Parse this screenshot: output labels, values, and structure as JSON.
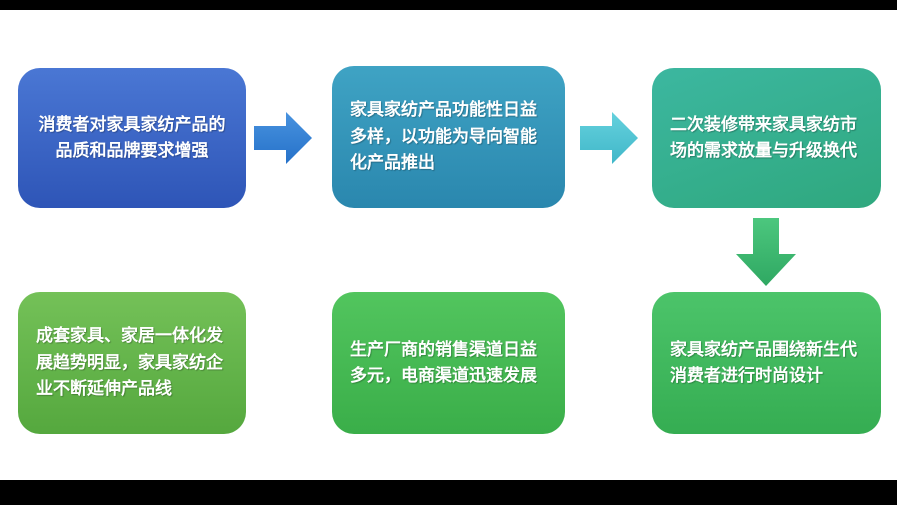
{
  "page": {
    "background_color": "#ffffff",
    "letterbox_color": "#000000"
  },
  "diagram": {
    "description": "Six-step flow diagram about furniture and home-textile industry trends",
    "steps": [
      {
        "order": 1,
        "position": "top-left",
        "text": "消费者对家具家纺产品的品质和品牌要求增强",
        "color": "#3765c8"
      },
      {
        "order": 2,
        "position": "top-middle",
        "text": "家具家纺产品功能性日益多样，以功能为导向智能化产品推出",
        "color": "#3398ba"
      },
      {
        "order": 3,
        "position": "top-right",
        "text": "二次装修带来家具家纺市场的需求放量与升级换代",
        "color": "#35ae8e"
      },
      {
        "order": 4,
        "position": "bottom-right",
        "text": "家具家纺产品围绕新生代消费者进行时尚设计",
        "color": "#3fba5e"
      },
      {
        "order": 5,
        "position": "bottom-middle",
        "text": "生产厂商的销售渠道日益多元，电商渠道迅速发展",
        "color": "#46bb53"
      },
      {
        "order": 6,
        "position": "bottom-left",
        "text": "成套家具、家居一体化发展趋势明显，家具家纺企业不断延伸产品线",
        "color": "#63b64a"
      }
    ],
    "arrows": [
      {
        "name": "arrow-1",
        "direction": "right",
        "from_step": 1,
        "to_step": 2,
        "color": "#2e7ed6"
      },
      {
        "name": "arrow-2",
        "direction": "right",
        "from_step": 2,
        "to_step": 3,
        "color": "#55c8d6"
      },
      {
        "name": "arrow-3",
        "direction": "down",
        "from_step": 3,
        "to_step": 4,
        "color": "#3dbd74"
      },
      {
        "name": "arrow-4",
        "direction": "left",
        "from_step": 4,
        "to_step": 5,
        "color": "#4bc868"
      },
      {
        "name": "arrow-5",
        "direction": "left",
        "from_step": 5,
        "to_step": 6,
        "color": "#52c25e"
      }
    ]
  }
}
